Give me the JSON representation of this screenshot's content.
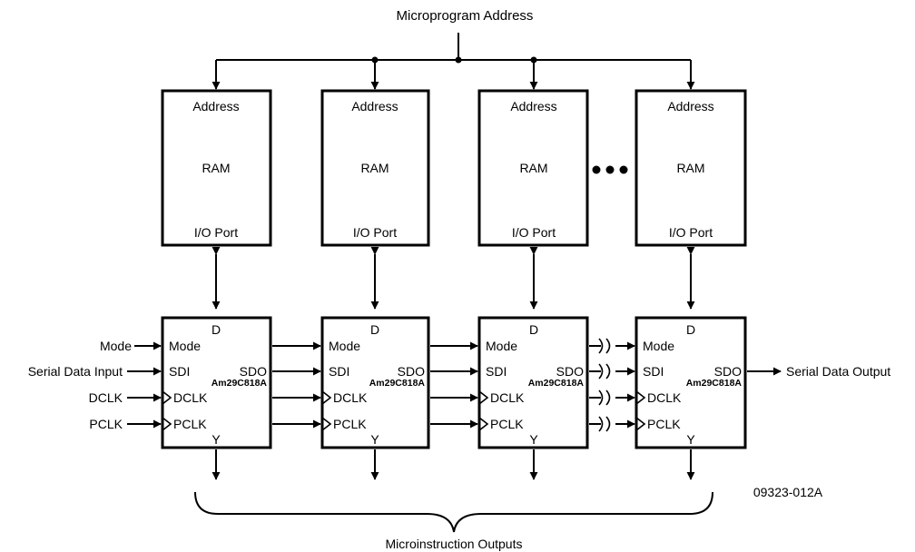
{
  "title": "Microprogram Address",
  "ram": {
    "address": "Address",
    "ram": "RAM",
    "io_port": "I/O Port"
  },
  "chip": {
    "d": "D",
    "mode": "Mode",
    "sdi": "SDI",
    "sdo": "SDO",
    "part": "Am29C818A",
    "dclk": "DCLK",
    "pclk": "PCLK",
    "y": "Y"
  },
  "inputs": {
    "mode": "Mode",
    "serial_in": "Serial Data Input",
    "dclk": "DCLK",
    "pclk": "PCLK"
  },
  "serial_out": "Serial Data Output",
  "bottom_label": "Microinstruction Outputs",
  "figure_id": "09323-012A"
}
